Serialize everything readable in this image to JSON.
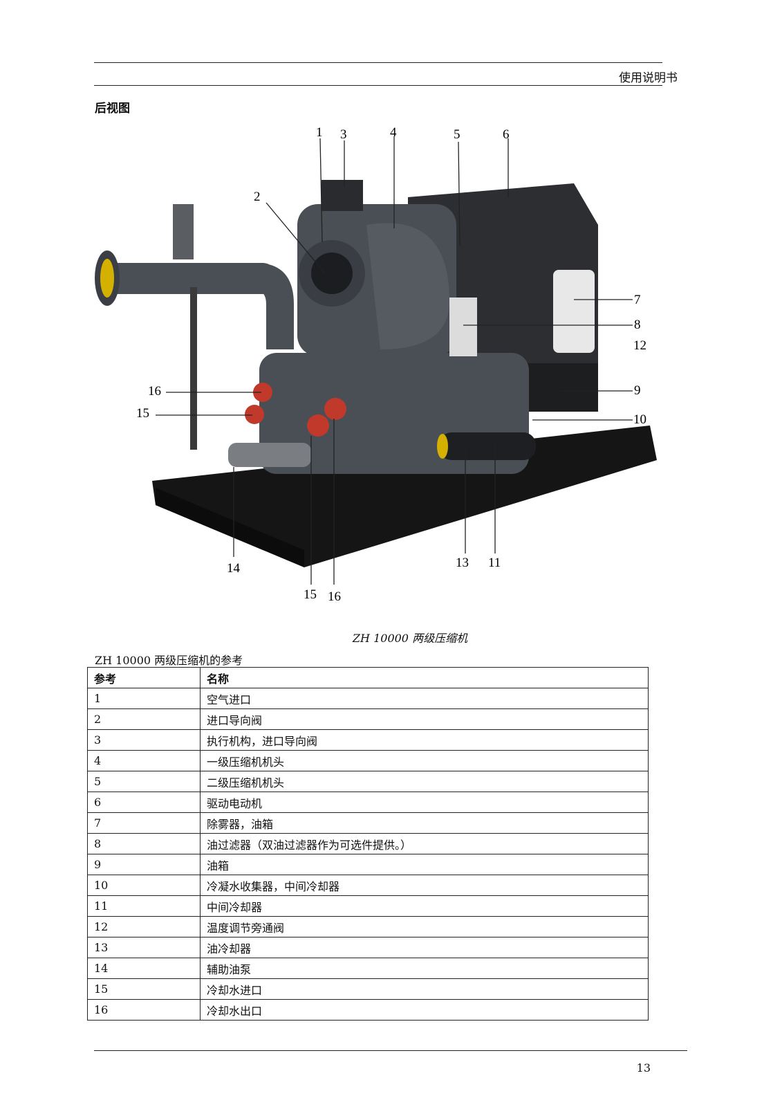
{
  "header": {
    "title": "使用说明书"
  },
  "section_title": "后视图",
  "figure": {
    "caption": "ZH 10000 两级压缩机",
    "callouts": [
      "1",
      "2",
      "3",
      "4",
      "5",
      "6",
      "7",
      "8",
      "12",
      "9",
      "10",
      "16",
      "15",
      "14",
      "13",
      "11",
      "15",
      "16"
    ]
  },
  "table": {
    "caption": "ZH 10000 两级压缩机的参考",
    "headers": [
      "参考",
      "名称"
    ],
    "rows": [
      [
        "1",
        "空气进口"
      ],
      [
        "2",
        "进口导向阀"
      ],
      [
        "3",
        "执行机构，进口导向阀"
      ],
      [
        "4",
        "一级压缩机机头"
      ],
      [
        "5",
        "二级压缩机机头"
      ],
      [
        "6",
        "驱动电动机"
      ],
      [
        "7",
        "除雾器，油箱"
      ],
      [
        "8",
        "油过滤器（双油过滤器作为可选件提供。）"
      ],
      [
        "9",
        "油箱"
      ],
      [
        "10",
        "冷凝水收集器，中间冷却器"
      ],
      [
        "11",
        "中间冷却器"
      ],
      [
        "12",
        "温度调节旁通阀"
      ],
      [
        "13",
        "油冷却器"
      ],
      [
        "14",
        "辅助油泵"
      ],
      [
        "15",
        "冷却水进口"
      ],
      [
        "16",
        "冷却水出口"
      ]
    ]
  },
  "page_number": "13",
  "colors": {
    "machine": "#4a4e55",
    "base": "#151515",
    "flange": "#c0392b",
    "motor": "#2c2e31"
  }
}
